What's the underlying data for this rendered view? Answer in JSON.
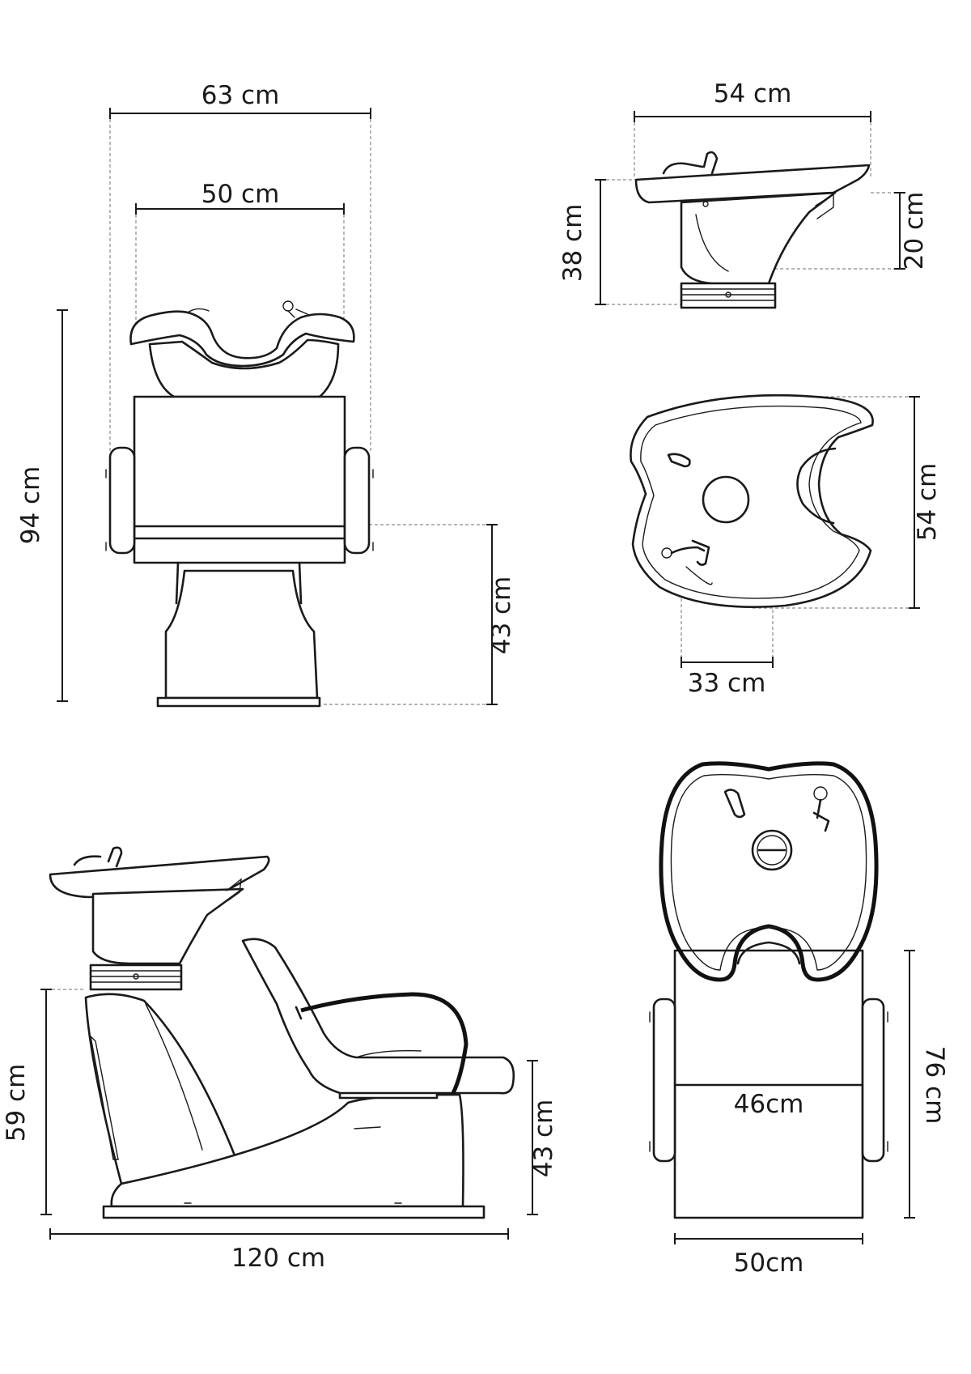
{
  "colors": {
    "line": "#1a1a1a",
    "guide": "#8a8a8a",
    "background": "#ffffff"
  },
  "front_view": {
    "outer_width": "63 cm",
    "bowl_width": "50 cm",
    "total_height": "94 cm",
    "seat_height": "43 cm"
  },
  "side_bowl_view": {
    "bowl_length": "54 cm",
    "bowl_height": "38 cm",
    "basin_depth": "20 cm"
  },
  "top_bowl_view": {
    "bowl_width": "54 cm",
    "drain_offset": "33 cm"
  },
  "side_view": {
    "total_length": "120 cm",
    "bowl_height": "59 cm",
    "seat_height": "43 cm"
  },
  "top_view": {
    "seat_width": "46cm",
    "total_width": "50cm",
    "height": "76 cm"
  }
}
